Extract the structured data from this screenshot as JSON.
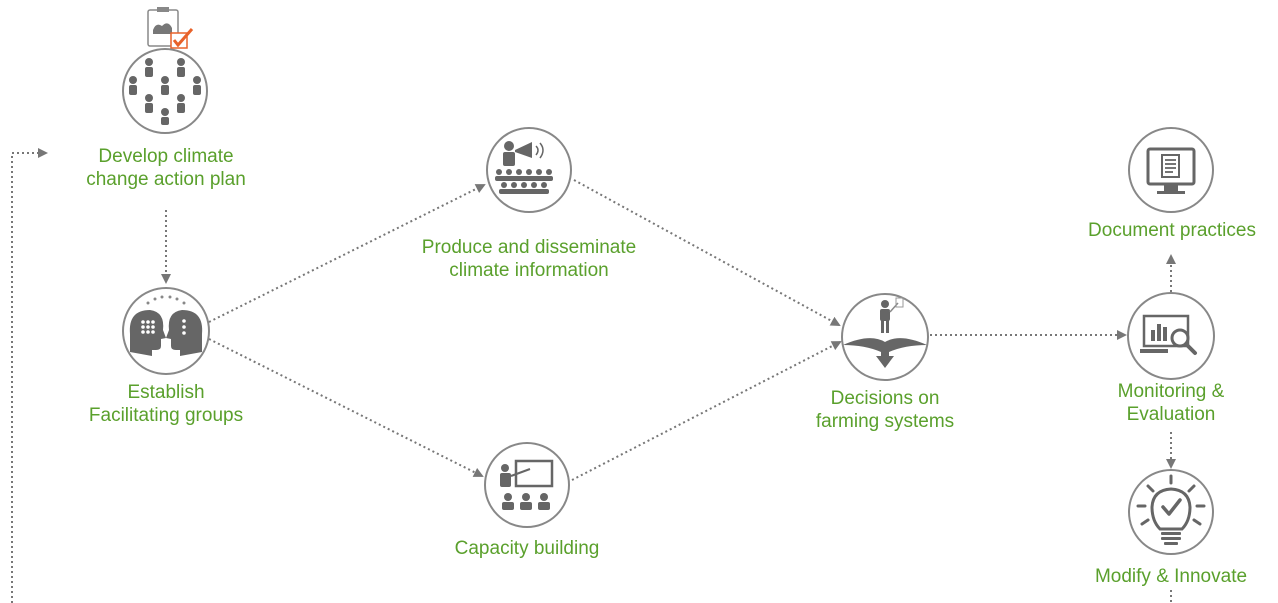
{
  "colors": {
    "label_green": "#5aa02c",
    "icon_gray": "#666666",
    "circle_stroke": "#888888",
    "connector": "#777777",
    "check_orange": "#e8622a"
  },
  "nodes": {
    "develop_plan": {
      "line1": "Develop climate",
      "line2": "change action plan",
      "icon": "people-group-icon"
    },
    "facilitating_groups": {
      "line1": "Establish",
      "line2": "Facilitating groups",
      "icon": "two-heads-icon"
    },
    "climate_information": {
      "line1": "Produce and disseminate",
      "line2": "climate information",
      "icon": "megaphone-audience-icon"
    },
    "capacity_building": {
      "line1": "Capacity building",
      "icon": "presentation-board-icon"
    },
    "decisions": {
      "line1": "Decisions on",
      "line2": "farming systems",
      "icon": "crossroads-person-icon"
    },
    "monitoring": {
      "line1": "Monitoring &",
      "line2": "Evaluation",
      "icon": "magnifier-chart-icon"
    },
    "document": {
      "line1": "Document practices",
      "icon": "monitor-document-icon"
    },
    "modify": {
      "line1": "Modify & Innovate",
      "icon": "lightbulb-check-icon"
    }
  }
}
